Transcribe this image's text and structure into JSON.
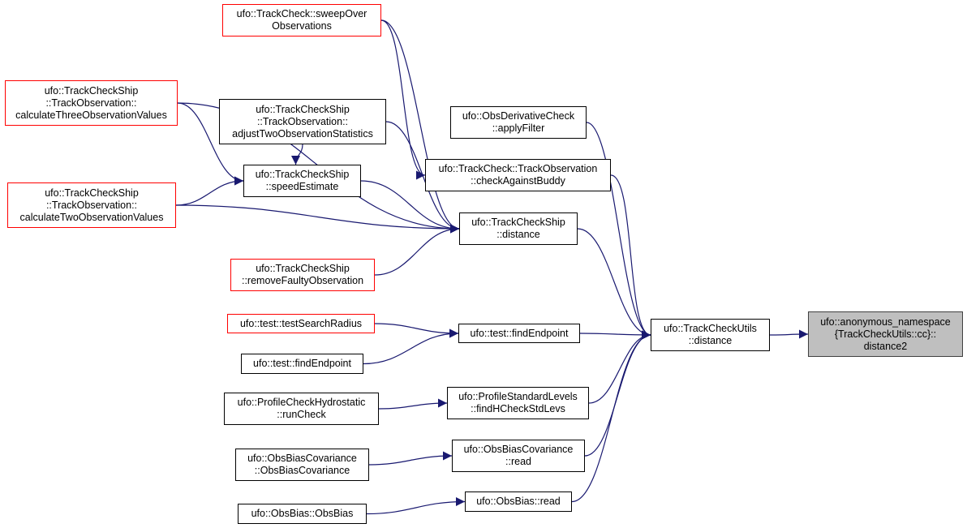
{
  "colors": {
    "edge": "#191970",
    "link_border": "#000000",
    "truncated_border": "#ff0000",
    "focus_fill": "#bfbfbf"
  },
  "nodes": {
    "distance2": {
      "lines": [
        "ufo::anonymous_namespace",
        "{TrackCheckUtils::cc}::",
        "distance2"
      ],
      "style": "focus"
    },
    "tcu_distance": {
      "lines": [
        "ufo::TrackCheckUtils",
        "::distance"
      ],
      "style": "normal"
    },
    "tcs_distance": {
      "lines": [
        "ufo::TrackCheckShip",
        "::distance"
      ],
      "style": "normal"
    },
    "sweep_over": {
      "lines": [
        "ufo::TrackCheck::sweepOver",
        "Observations"
      ],
      "style": "truncated"
    },
    "calc_three": {
      "lines": [
        "ufo::TrackCheckShip",
        "::TrackObservation::",
        "calculateThreeObservationValues"
      ],
      "style": "truncated"
    },
    "adjust_two": {
      "lines": [
        "ufo::TrackCheckShip",
        "::TrackObservation::",
        "adjustTwoObservationStatistics"
      ],
      "style": "normal"
    },
    "obs_deriv": {
      "lines": [
        "ufo::ObsDerivativeCheck",
        "::applyFilter"
      ],
      "style": "normal"
    },
    "check_buddy": {
      "lines": [
        "ufo::TrackCheck::TrackObservation",
        "::checkAgainstBuddy"
      ],
      "style": "normal"
    },
    "calc_two": {
      "lines": [
        "ufo::TrackCheckShip",
        "::TrackObservation::",
        "calculateTwoObservationValues"
      ],
      "style": "truncated"
    },
    "speed_est": {
      "lines": [
        "ufo::TrackCheckShip",
        "::speedEstimate"
      ],
      "style": "normal"
    },
    "remove_faulty": {
      "lines": [
        "ufo::TrackCheckShip",
        "::removeFaultyObservation"
      ],
      "style": "truncated"
    },
    "test_search": {
      "lines": [
        "ufo::test::testSearchRadius"
      ],
      "style": "truncated"
    },
    "find_endpoint_mid": {
      "lines": [
        "ufo::test::findEndpoint"
      ],
      "style": "normal"
    },
    "find_endpoint_left": {
      "lines": [
        "ufo::test::findEndpoint"
      ],
      "style": "normal"
    },
    "prof_hydro": {
      "lines": [
        "ufo::ProfileCheckHydrostatic",
        "::runCheck"
      ],
      "style": "normal"
    },
    "prof_std": {
      "lines": [
        "ufo::ProfileStandardLevels",
        "::findHCheckStdLevs"
      ],
      "style": "normal"
    },
    "obs_bias_cov_read": {
      "lines": [
        "ufo::ObsBiasCovariance",
        "::read"
      ],
      "style": "normal"
    },
    "obs_bias_cov_ctor": {
      "lines": [
        "ufo::ObsBiasCovariance",
        "::ObsBiasCovariance"
      ],
      "style": "normal"
    },
    "obs_bias_read": {
      "lines": [
        "ufo::ObsBias::read"
      ],
      "style": "normal"
    },
    "obs_bias_ctor": {
      "lines": [
        "ufo::ObsBias::ObsBias"
      ],
      "style": "normal"
    }
  },
  "edges": [
    [
      "tcu_distance",
      "distance2"
    ],
    [
      "tcs_distance",
      "tcu_distance"
    ],
    [
      "obs_deriv",
      "tcu_distance"
    ],
    [
      "check_buddy",
      "tcu_distance"
    ],
    [
      "find_endpoint_mid",
      "tcu_distance"
    ],
    [
      "prof_std",
      "tcu_distance"
    ],
    [
      "obs_bias_cov_read",
      "tcu_distance"
    ],
    [
      "obs_bias_read",
      "tcu_distance"
    ],
    [
      "sweep_over",
      "tcs_distance"
    ],
    [
      "sweep_over",
      "check_buddy"
    ],
    [
      "calc_three",
      "tcs_distance"
    ],
    [
      "calc_three",
      "speed_est"
    ],
    [
      "adjust_two",
      "tcs_distance"
    ],
    [
      "adjust_two",
      "speed_est"
    ],
    [
      "speed_est",
      "tcs_distance"
    ],
    [
      "calc_two",
      "speed_est"
    ],
    [
      "calc_two",
      "tcs_distance"
    ],
    [
      "remove_faulty",
      "tcs_distance"
    ],
    [
      "test_search",
      "find_endpoint_mid"
    ],
    [
      "find_endpoint_left",
      "find_endpoint_mid"
    ],
    [
      "prof_hydro",
      "prof_std"
    ],
    [
      "obs_bias_cov_ctor",
      "obs_bias_cov_read"
    ],
    [
      "obs_bias_ctor",
      "obs_bias_read"
    ]
  ]
}
